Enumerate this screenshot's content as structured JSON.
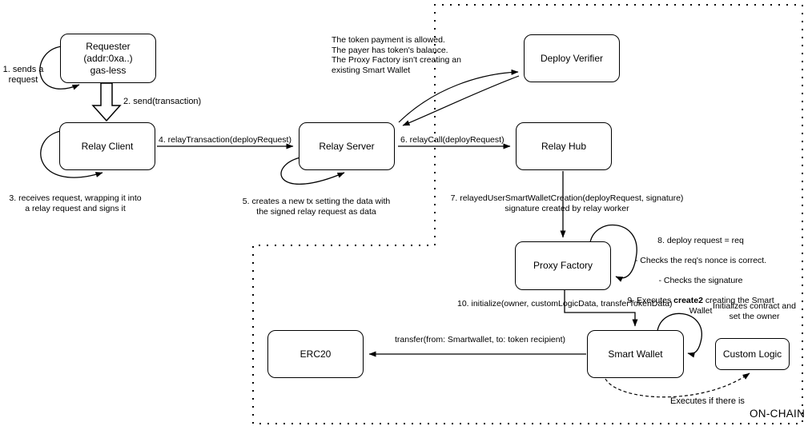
{
  "nodes": {
    "requester": "Requester\n(addr:0xa..)\ngas-less",
    "relay_client": "Relay Client",
    "relay_server": "Relay Server",
    "deploy_verifier": "Deploy Verifier",
    "relay_hub": "Relay Hub",
    "proxy_factory": "Proxy Factory",
    "smart_wallet": "Smart Wallet",
    "erc20": "ERC20",
    "custom_logic": "Custom Logic"
  },
  "steps": {
    "s1": "1. sends a\nrequest",
    "s2": "2. send(transaction)",
    "s3": "3. receives request, wrapping it into\na relay request and signs it",
    "s4": "4. relayTransaction(deployRequest)",
    "s5": "5. creates a new tx setting the data with\nthe signed relay request as data",
    "s6": "6. relayCall(deployRequest)",
    "s7": "7. relayedUserSmartWalletCreation(deployRequest, signature)\nsignature created by relay worker",
    "s8_l1": "8. deploy request = req",
    "s8_l2": "- Checks the req's nonce is correct.",
    "s8_l3": "- Checks the signature",
    "s9_pre": "9. Executes ",
    "s9_bold": "create2",
    "s9_post": " creating the Smart Wallet",
    "s10": "10. initialize(owner, customLogicData, transferTokenData)"
  },
  "notes": {
    "verifier_checks": "The token payment is allowed.\nThe payer has token's balance.\nThe Proxy Factory isn't creating an\nexisting Smart Wallet",
    "transfer_call": "transfer(from: Smartwallet, to: token recipient)",
    "initializes_owner": "Initializes contract and\nset the owner",
    "executes_if": "Executes if there is",
    "onchain": "ON-CHAIN"
  },
  "colors": {
    "ink": "#000000",
    "bg": "#ffffff"
  }
}
